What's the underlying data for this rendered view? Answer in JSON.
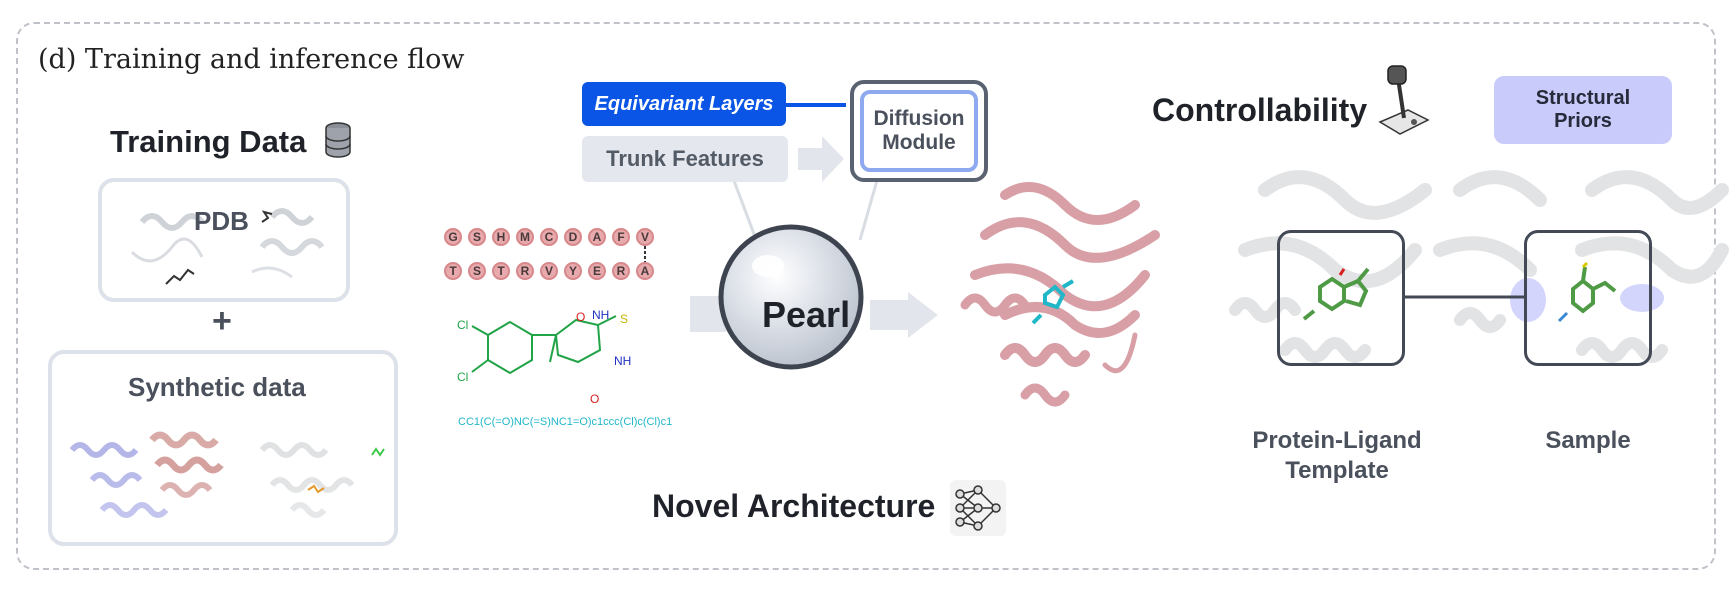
{
  "caption": "(d) Training and inference flow",
  "training": {
    "title": "Training Data",
    "title_icon": "database-icon",
    "pdb_label": "PDB",
    "plus": "+",
    "synthetic_label": "Synthetic data"
  },
  "architecture": {
    "equivariant_layers": "Equivariant Layers",
    "trunk_features": "Trunk Features",
    "diffusion_module_line1": "Diffusion",
    "diffusion_module_line2": "Module",
    "model_name": "Pearl",
    "footer": "Novel Architecture",
    "footer_icon": "neural-network-icon"
  },
  "inputs": {
    "sequence_row1": [
      "G",
      "S",
      "H",
      "M",
      "C",
      "D",
      "A",
      "F",
      "V"
    ],
    "sequence_row2": [
      "T",
      "S",
      "T",
      "R",
      "V",
      "Y",
      "E",
      "R",
      "A"
    ],
    "atoms": {
      "cl1": "Cl",
      "cl2": "Cl",
      "o1": "O",
      "o2": "O",
      "nh1": "NH",
      "nh2": "NH",
      "s": "S"
    },
    "smiles": "CC1(C(=O)NC(=S)NC1=O)c1ccc(Cl)c(Cl)c1"
  },
  "controllability": {
    "title": "Controllability",
    "title_icon": "joystick-icon",
    "structural_priors_line1": "Structural",
    "structural_priors_line2": "Priors",
    "template_label_line1": "Protein-Ligand",
    "template_label_line2": "Template",
    "sample_label": "Sample"
  },
  "colors": {
    "accent_blue": "#0b55e6",
    "protein_pink": "#d8a0a6",
    "chip_pink": "#e7a9ab",
    "priors_lavender": "#c9cbfb",
    "ligand_green": "#21a348",
    "ligand_teal": "#20b7c8"
  }
}
